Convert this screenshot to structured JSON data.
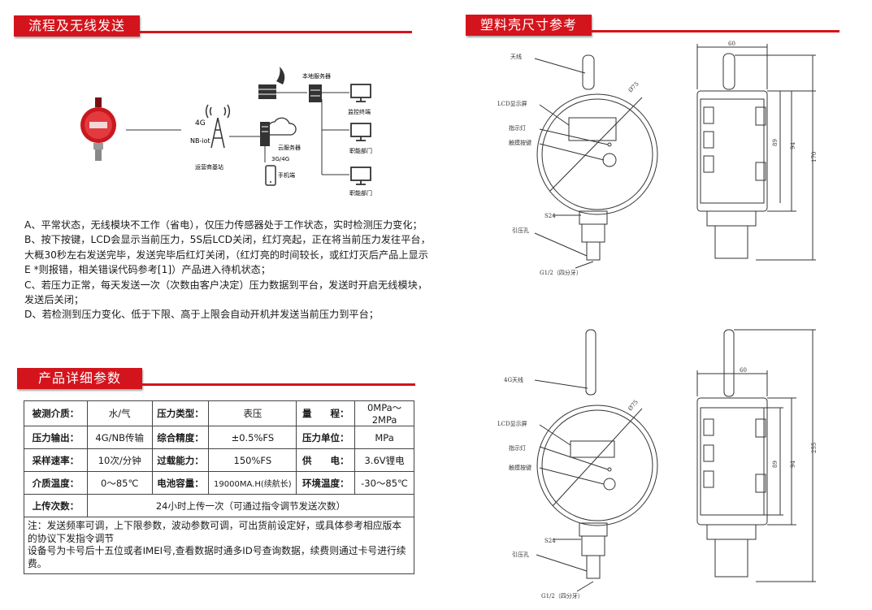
{
  "sections": {
    "flow_title": "流程及无线发送",
    "specs_title": "产品详细参数",
    "dims_title": "塑料壳尺寸参考"
  },
  "diagram": {
    "local_server": "本地服务器",
    "monitor_terminal": "监控终端",
    "dept1": "职能部门",
    "dept2": "职能部门",
    "net_4g": "4G",
    "nb_iot": "NB-iot",
    "cloud_server": "云服务器",
    "mobile_net": "3G/4G",
    "phone": "手机端",
    "base_station": "运营商基站"
  },
  "description": [
    "A、平常状态，无线模块不工作（省电），仅压力传感器处于工作状态，实时检测压力变化；",
    "B、按下按键，LCD会显示当前压力，5S后LCD关闭，红灯亮起，正在将当前压力发往平台，大概30秒左右发送完毕，发送完毕后红灯关闭，（红灯亮的时间较长，或红灯灭后产品上显示E *则报错，相关错误代码参考[1]）产品进入待机状态；",
    "C、若压力正常，每天发送一次（次数由客户决定）压力数据到平台，发送时开启无线模块，发送后关闭；",
    "D、若检测到压力变化、低于下限、高于上限会自动开机并发送当前压力到平台；"
  ],
  "specs": {
    "rows": [
      [
        "被测介质：",
        "水/气",
        "压力类型：",
        "表压",
        "量　　程：",
        "0MPa～2MPa"
      ],
      [
        "压力输出：",
        "4G/NB传输",
        "综合精度：",
        "±0.5%FS",
        "压力单位：",
        "MPa"
      ],
      [
        "采样速率：",
        "10次/分钟",
        "过载能力：",
        "150%FS",
        "供　　电：",
        "3.6V锂电"
      ],
      [
        "介质温度：",
        "0～85℃",
        "电池容量：",
        "19000MA.H(续航长)",
        "环境温度：",
        "-30～85℃"
      ]
    ],
    "upload_label": "上传次数：",
    "upload_value": "24小时上传一次（可通过指令调节发送次数）",
    "note1": "注：发送频率可调，上下限参数，波动参数可调，可出货前设定好，或具体参考相应版本的协议下发指令调节",
    "note2": "设备号为卡号后十五位或者IMEI号,查看数据时通多ID号查询数据，续费则通过卡号进行续费。"
  },
  "drawing_top": {
    "antenna": "天线",
    "lcd": "LCD显示屏",
    "indicator": "指示灯",
    "touch_key": "触摸按键",
    "s24": "S24",
    "pressure_hole": "引压孔",
    "thread": "G1/2（四分牙）",
    "diameter": "Ø75",
    "width": "60",
    "h89": "89",
    "h94": "94",
    "h170": "170"
  },
  "drawing_bottom": {
    "antenna": "4G天线",
    "lcd": "LCD显示屏",
    "indicator": "指示灯",
    "touch_key": "触摸按键",
    "s24": "S24",
    "pressure_hole": "引压孔",
    "thread": "G1/2（四分牙）",
    "diameter": "Ø75",
    "width": "60",
    "h89": "89",
    "h94": "94",
    "h255": "255"
  },
  "colors": {
    "accent": "#d4141c"
  }
}
